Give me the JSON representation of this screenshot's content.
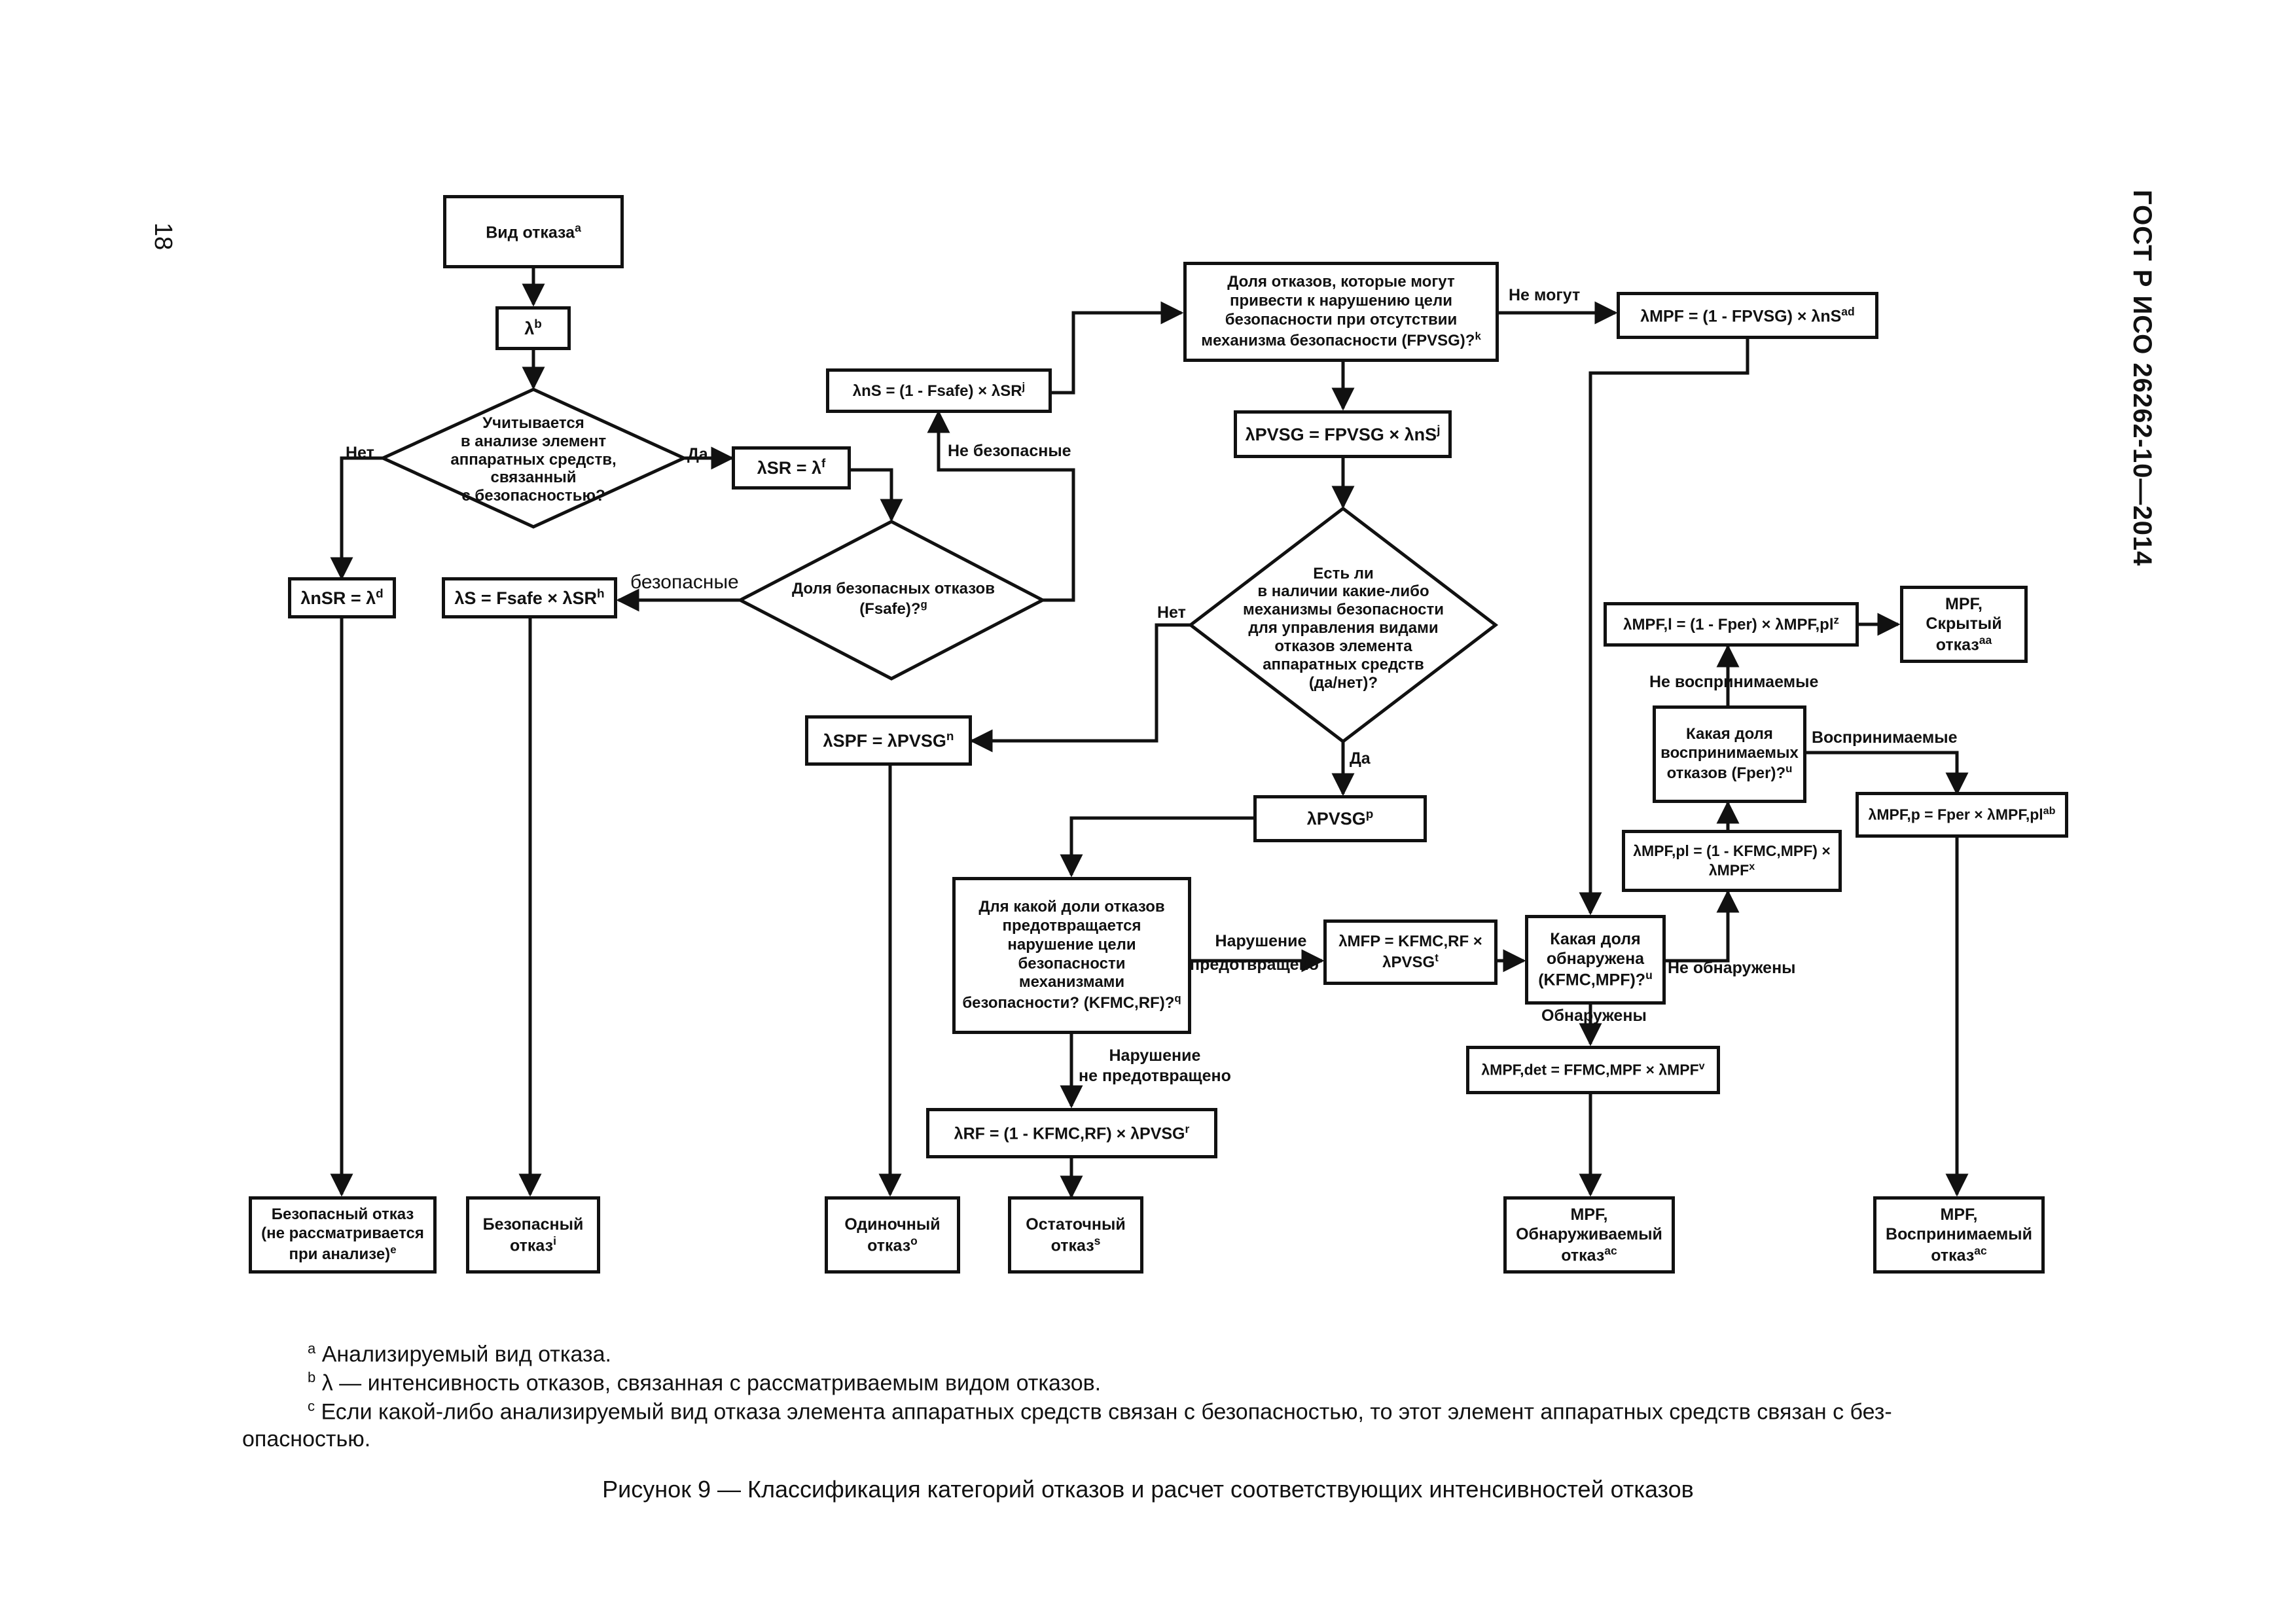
{
  "page": {
    "number": "18",
    "document_code": "ГОСТ Р ИСО 26262-10—2014"
  },
  "nodes": {
    "failure_mode": "Вид отказа",
    "lambda": "λ",
    "q_safety_related": [
      "Учитывается",
      "в анализе элемент",
      "аппаратных средств,",
      "связанный",
      "с безопасностью?"
    ],
    "lambda_nsr": "λnSR = λ",
    "lambda_sr": "λSR = λ",
    "q_safe_fraction": [
      "Доля безопасных отказов",
      "(Fsafe)?"
    ],
    "lambda_s": "λS = Fsafe × λSR",
    "lambda_ns": "λnS = (1 - Fsafe) × λSR",
    "q_violate_fraction": [
      "Доля отказов, которые могут",
      "привести к нарушению цели",
      "безопасности при отсутствии",
      "механизма безопасности (FPVSG)?"
    ],
    "lambda_mpf": "λMPF = (1 - FPVSG) × λnS",
    "lambda_pvsg": "λPVSG = FPVSG × λnS",
    "q_mechanisms": [
      "Есть ли",
      "в наличии какие-либо",
      "механизмы безопасности",
      "для управления видами",
      "отказов элемента",
      "аппаратных средств",
      "(да/нет)?"
    ],
    "lambda_spf": "λSPF = λPVSG",
    "lambda_pvsg2": "λPVSG",
    "q_prevent_fraction": [
      "Для какой доли отказов",
      "предотвращается",
      "нарушение цели",
      "безопасности",
      "механизмами",
      "безопасности? (KFMC,RF)?"
    ],
    "lambda_mfp": [
      "λMFP = KFMC,RF ×",
      "λPVSG"
    ],
    "q_detect_fraction": [
      "Какая доля",
      "обнаружена",
      "(KFMC,MPF)?"
    ],
    "lambda_mpf_pl": [
      "λMPF,pl = (1 - KFMC,MPF) ×",
      "λMPF"
    ],
    "q_perceived_fraction": [
      "Какая доля",
      "воспринимаемых",
      "отказов (Fper)?"
    ],
    "lambda_mpf_l": "λMPF,l = (1 - Fper) × λMPF,pl",
    "lambda_mpf_p": "λMPF,p = Fper × λMPF,pl",
    "lambda_mpf_det": "λMPF,det = FFMC,MPF × λMPF",
    "lambda_rf": "λRF = (1 - KFMC,RF) × λPVSG",
    "out_safe_not_considered": [
      "Безопасный отказ",
      "(не рассматривается",
      "при анализе)"
    ],
    "out_safe": [
      "Безопасный",
      "отказ"
    ],
    "out_single": [
      "Одиночный",
      "отказ"
    ],
    "out_residual": [
      "Остаточный",
      "отказ"
    ],
    "out_mpf_detected": [
      "MPF,",
      "Обнаруживаемый",
      "отказ"
    ],
    "out_mpf_perceived": [
      "MPF,",
      "Воспринимаемый",
      "отказ"
    ],
    "out_mpf_latent": [
      "MPF,",
      "Скрытый",
      "отказ"
    ]
  },
  "edge_labels": {
    "no": "Нет",
    "yes": "Да",
    "safe": "безопасные",
    "not_safe": "Не безопасные",
    "cannot": "Не могут",
    "no2": "Нет",
    "yes2": "Да",
    "violation_prevented": [
      "Нарушение",
      "предотвращено"
    ],
    "violation_not_prevented": [
      "Нарушение",
      "не предотвращено"
    ],
    "not_detected": "Не обнаружены",
    "detected": "Обнаружены",
    "not_perceived": "Не воспринимаемые",
    "perceived": "Воспринимаемые"
  },
  "notes": {
    "a": "Анализируемый вид отказа.",
    "b": "λ — интенсивность отказов, связанная с рассматриваемым видом отказов.",
    "c_line1": "Если какой-либо анализируемый вид отказа элемента аппаратных средств связан с безопасностью, то этот элемент аппаратных средств связан с без-",
    "c_line2": "опасностью."
  },
  "caption": "Рисунок 9 — Классификация категорий отказов и расчет соответствующих интенсивностей отказов"
}
